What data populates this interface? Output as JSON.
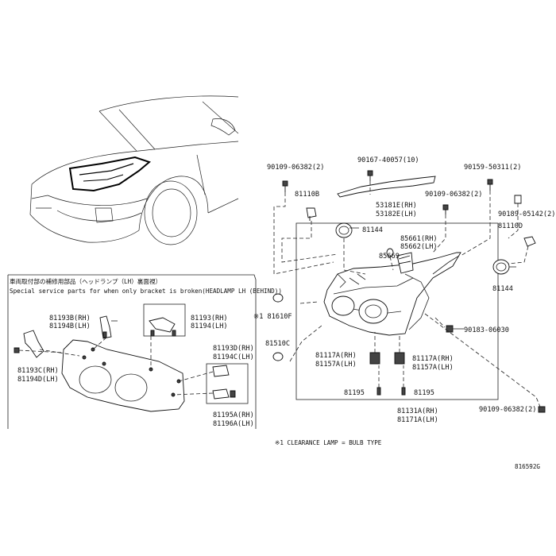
{
  "section_title_jp": "車両取付部の補修用部品（ヘッドランプ（LH）裏面視）",
  "section_title_en": "Special service parts for when only bracket is broken(HEADLAMP LH (BEHIND))",
  "footnote": "※1 CLEARANCE LAMP = BULB TYPE",
  "diagram_id": "816592G",
  "labels": {
    "p90109_top": "90109-06382(2)",
    "p90167": "90167-40057(10)",
    "p90159": "90159-50311(2)",
    "p81110B": "81110B",
    "p90109_mid": "90109-06382(2)",
    "p90189": "90189-05142(2)",
    "p53181E": "53181E(RH)",
    "p53182E": "53182E(LH)",
    "p81110D": "81110D",
    "p81144_a": "81144",
    "p85661": "85661(RH)",
    "p85662": "85662(LH)",
    "p85669": "85669",
    "p81144_b": "81144",
    "p81610F": "※1 81610F",
    "p90183": "90183-06030",
    "p81510C": "81510C",
    "p81117A_l": "81117A(RH)",
    "p81157A_l": "81157A(LH)",
    "p81117A_r": "81117A(RH)",
    "p81157A_r": "81157A(LH)",
    "p81195_l": "81195",
    "p81195_r": "81195",
    "p90109_bot": "90109-06382(2)",
    "p81131A": "81131A(RH)",
    "p81171A": "81171A(LH)",
    "p81193B": "81193B(RH)",
    "p81194B": "81194B(LH)",
    "p81193": "81193(RH)",
    "p81194": "81194(LH)",
    "p81193D": "81193D(RH)",
    "p81194C": "81194C(LH)",
    "p81193C": "81193C(RH)",
    "p81194D": "81194D(LH)",
    "p81195A": "81195A(RH)",
    "p81196A": "81196A(LH)"
  }
}
